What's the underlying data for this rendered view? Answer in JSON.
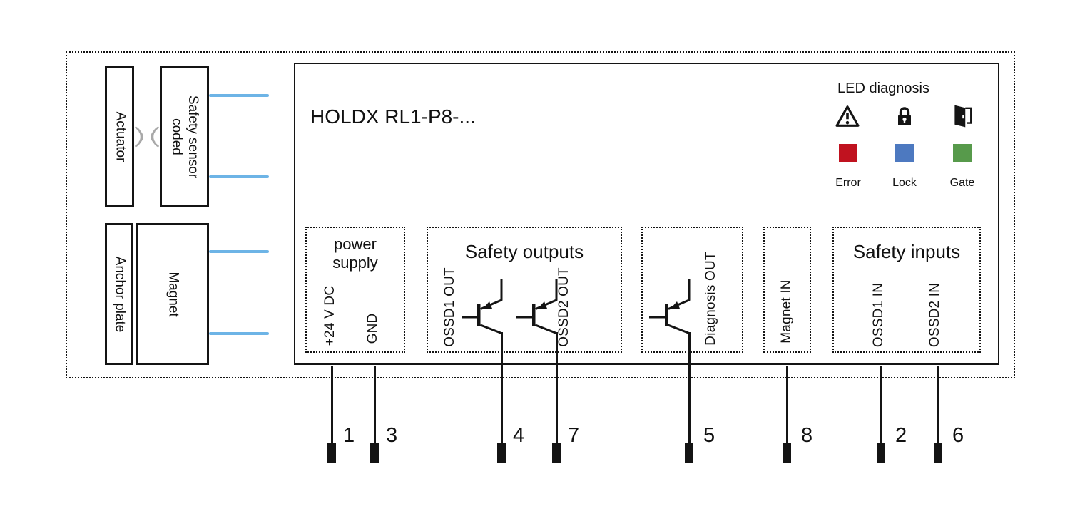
{
  "device_title": "HOLDX RL1-P8-...",
  "assembly": {
    "actuator_label": "Actuator",
    "sensor_label_line1": "Safety sensor",
    "sensor_label_line2": "coded",
    "anchor_label": "Anchor plate",
    "magnet_label": "Magnet"
  },
  "led_diagnosis": {
    "title": "LED diagnosis",
    "items": [
      {
        "icon": "warning-icon",
        "led_color": "#c0121f",
        "label": "Error"
      },
      {
        "icon": "lock-icon",
        "led_color": "#4d79c0",
        "label": "Lock"
      },
      {
        "icon": "door-icon",
        "led_color": "#579a4b",
        "label": "Gate"
      }
    ]
  },
  "blocks": {
    "power_supply": {
      "title": "power supply",
      "ports": [
        "+24 V DC",
        "GND"
      ]
    },
    "safety_outputs": {
      "title": "Safety outputs",
      "ports": [
        "OSSD1 OUT",
        "OSSD2 OUT"
      ]
    },
    "diagnosis": {
      "ports": [
        "Diagnosis OUT"
      ]
    },
    "magnet_input": {
      "ports": [
        "Magnet IN"
      ]
    },
    "safety_inputs": {
      "title": "Safety inputs",
      "ports": [
        "OSSD1 IN",
        "OSSD2 IN"
      ]
    }
  },
  "pins": [
    "1",
    "3",
    "4",
    "7",
    "5",
    "8",
    "2",
    "6"
  ],
  "colors": {
    "wire_blue": "#6db4e6",
    "line_black": "#141414",
    "signal_gray": "#a9a9a9"
  }
}
